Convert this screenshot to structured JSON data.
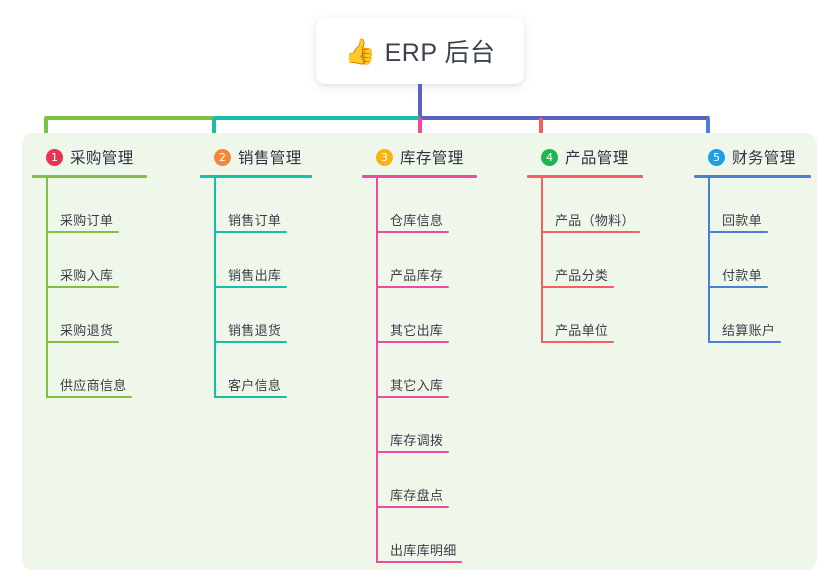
{
  "diagram": {
    "type": "mindmap",
    "root": {
      "icon": "thumbs-up-icon",
      "emoji": "👍",
      "title": "ERP 后台"
    },
    "board_color": "#eef7ea",
    "root_stem_color": "#5b62c4",
    "branches": [
      {
        "index": "1",
        "label": "采购管理",
        "color": "#7cc142",
        "badge_color": "#e8344e",
        "trunk_color": "#7cc142",
        "children": [
          {
            "label": "采购订单"
          },
          {
            "label": "采购入库"
          },
          {
            "label": "采购退货"
          },
          {
            "label": "供应商信息"
          }
        ]
      },
      {
        "index": "2",
        "label": "销售管理",
        "color": "#19bfa5",
        "badge_color": "#f5873a",
        "trunk_color": "#19bfa5",
        "children": [
          {
            "label": "销售订单"
          },
          {
            "label": "销售出库"
          },
          {
            "label": "销售退货"
          },
          {
            "label": "客户信息"
          }
        ]
      },
      {
        "index": "3",
        "label": "库存管理",
        "color": "#ec4ca0",
        "badge_color": "#f6b512",
        "trunk_color": "#ec4ca0",
        "children": [
          {
            "label": "仓库信息"
          },
          {
            "label": "产品库存"
          },
          {
            "label": "其它出库"
          },
          {
            "label": "其它入库"
          },
          {
            "label": "库存调拨"
          },
          {
            "label": "库存盘点"
          },
          {
            "label": "出库库明细"
          }
        ]
      },
      {
        "index": "4",
        "label": "产品管理",
        "color": "#f4605f",
        "badge_color": "#1eb552",
        "trunk_color": "#f4605f",
        "children": [
          {
            "label": "产品（物料）"
          },
          {
            "label": "产品分类"
          },
          {
            "label": "产品单位"
          }
        ]
      },
      {
        "index": "5",
        "label": "财务管理",
        "color": "#4a7fd4",
        "badge_color": "#1c9fe8",
        "trunk_color": "#4a7fd4",
        "children": [
          {
            "label": "回款单"
          },
          {
            "label": "付款单"
          },
          {
            "label": "结算账户"
          }
        ]
      }
    ]
  }
}
